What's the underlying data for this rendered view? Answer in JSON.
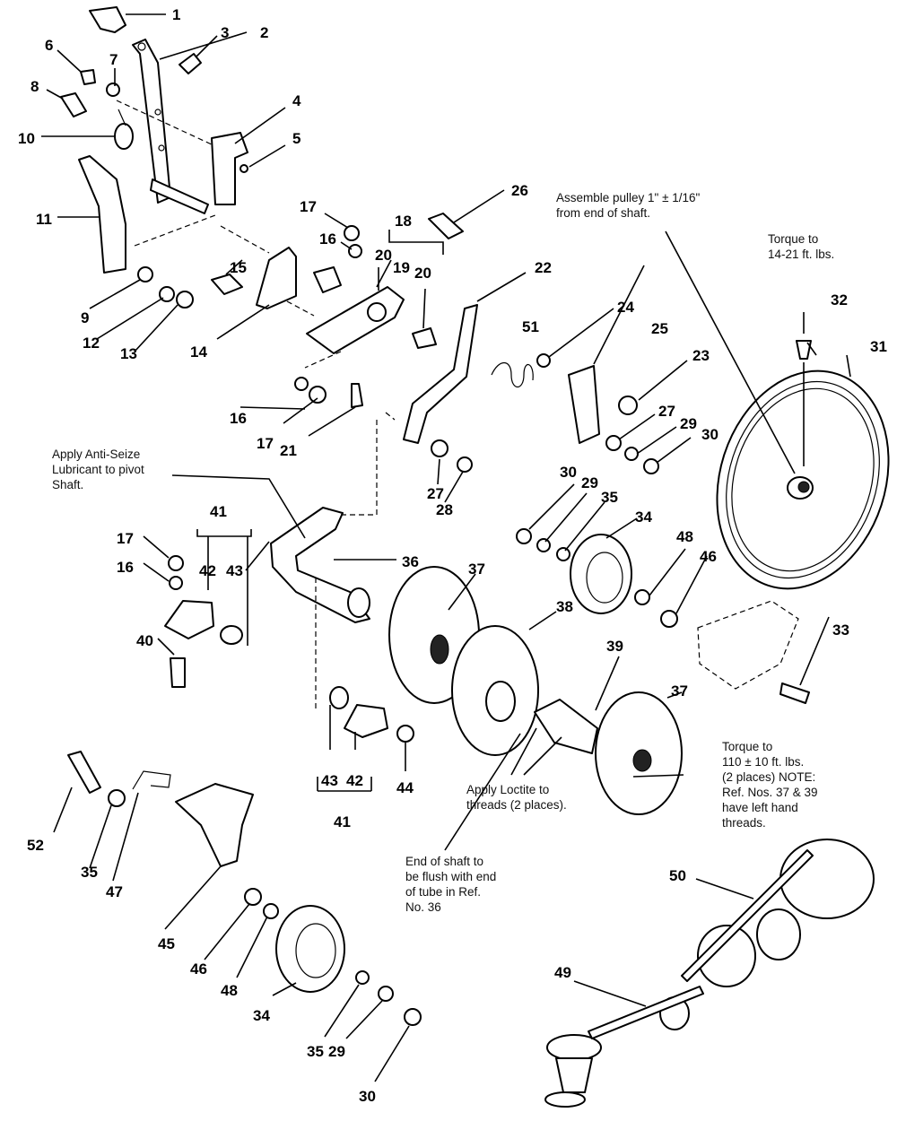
{
  "notes": {
    "pulley_assembly": "Assemble pulley 1\" ± 1/16\"\nfrom end of shaft.",
    "torque_32": "Torque to\n14-21 ft. lbs.",
    "anti_seize": "Apply Anti-Seize\nLubricant to pivot\nShaft.",
    "loctite": "Apply Loctite to\nthreads (2 places).",
    "torque_37": "Torque to\n110 ± 10 ft. lbs.\n(2 places) NOTE:\nRef. Nos. 37 & 39\nhave left hand\nthreads.",
    "shaft_flush": "End of shaft to\nbe flush with end\nof tube in Ref.\nNo. 36"
  },
  "callouts": [
    {
      "id": "c1",
      "label": "1"
    },
    {
      "id": "c2",
      "label": "2"
    },
    {
      "id": "c3",
      "label": "3"
    },
    {
      "id": "c4",
      "label": "4"
    },
    {
      "id": "c5",
      "label": "5"
    },
    {
      "id": "c6",
      "label": "6"
    },
    {
      "id": "c7",
      "label": "7"
    },
    {
      "id": "c8",
      "label": "8"
    },
    {
      "id": "c9",
      "label": "9"
    },
    {
      "id": "c10",
      "label": "10"
    },
    {
      "id": "c11",
      "label": "11"
    },
    {
      "id": "c12",
      "label": "12"
    },
    {
      "id": "c13",
      "label": "13"
    },
    {
      "id": "c14",
      "label": "14"
    },
    {
      "id": "c15",
      "label": "15"
    },
    {
      "id": "c16a",
      "label": "16"
    },
    {
      "id": "c16b",
      "label": "16"
    },
    {
      "id": "c16c",
      "label": "16"
    },
    {
      "id": "c17a",
      "label": "17"
    },
    {
      "id": "c17b",
      "label": "17"
    },
    {
      "id": "c17c",
      "label": "17"
    },
    {
      "id": "c18",
      "label": "18"
    },
    {
      "id": "c19",
      "label": "19"
    },
    {
      "id": "c20a",
      "label": "20"
    },
    {
      "id": "c20b",
      "label": "20"
    },
    {
      "id": "c21",
      "label": "21"
    },
    {
      "id": "c22",
      "label": "22"
    },
    {
      "id": "c23",
      "label": "23"
    },
    {
      "id": "c24",
      "label": "24"
    },
    {
      "id": "c25",
      "label": "25"
    },
    {
      "id": "c26",
      "label": "26"
    },
    {
      "id": "c27a",
      "label": "27"
    },
    {
      "id": "c27b",
      "label": "27"
    },
    {
      "id": "c28",
      "label": "28"
    },
    {
      "id": "c29a",
      "label": "29"
    },
    {
      "id": "c29b",
      "label": "29"
    },
    {
      "id": "c29c",
      "label": "29"
    },
    {
      "id": "c30a",
      "label": "30"
    },
    {
      "id": "c30b",
      "label": "30"
    },
    {
      "id": "c30c",
      "label": "30"
    },
    {
      "id": "c31",
      "label": "31"
    },
    {
      "id": "c32",
      "label": "32"
    },
    {
      "id": "c33",
      "label": "33"
    },
    {
      "id": "c34a",
      "label": "34"
    },
    {
      "id": "c34b",
      "label": "34"
    },
    {
      "id": "c35a",
      "label": "35"
    },
    {
      "id": "c35b",
      "label": "35"
    },
    {
      "id": "c35c",
      "label": "35"
    },
    {
      "id": "c36",
      "label": "36"
    },
    {
      "id": "c37a",
      "label": "37"
    },
    {
      "id": "c37b",
      "label": "37"
    },
    {
      "id": "c38",
      "label": "38"
    },
    {
      "id": "c39",
      "label": "39"
    },
    {
      "id": "c40",
      "label": "40"
    },
    {
      "id": "c41a",
      "label": "41"
    },
    {
      "id": "c41b",
      "label": "41"
    },
    {
      "id": "c42a",
      "label": "42"
    },
    {
      "id": "c42b",
      "label": "42"
    },
    {
      "id": "c43a",
      "label": "43"
    },
    {
      "id": "c43b",
      "label": "43"
    },
    {
      "id": "c44",
      "label": "44"
    },
    {
      "id": "c45",
      "label": "45"
    },
    {
      "id": "c46a",
      "label": "46"
    },
    {
      "id": "c46b",
      "label": "46"
    },
    {
      "id": "c47",
      "label": "47"
    },
    {
      "id": "c48a",
      "label": "48"
    },
    {
      "id": "c48b",
      "label": "48"
    },
    {
      "id": "c49",
      "label": "49"
    },
    {
      "id": "c50",
      "label": "50"
    },
    {
      "id": "c51",
      "label": "51"
    },
    {
      "id": "c52",
      "label": "52"
    }
  ]
}
